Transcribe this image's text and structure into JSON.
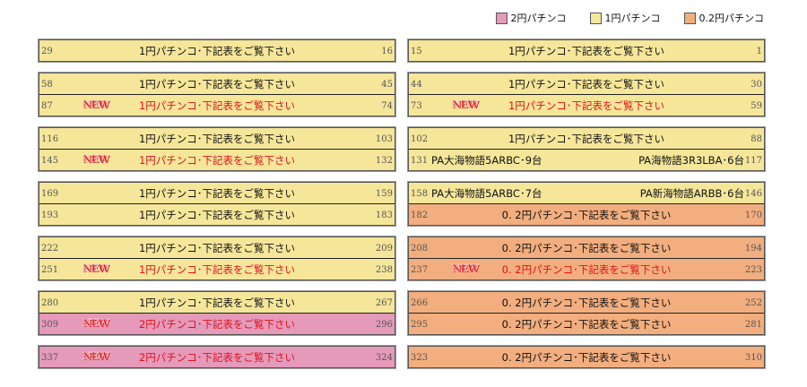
{
  "colors": {
    "2yen": "#e59aba",
    "1yen": "#f5e69a",
    "0.2yen": "#f2ae7e",
    "red_text": "#e0101a",
    "black_text": "#111111"
  },
  "legend": [
    {
      "label": "2円パチンコ",
      "type": "2yen"
    },
    {
      "label": "1円パチンコ",
      "type": "1yen"
    },
    {
      "label": "0.2円パチンコ",
      "type": "0.2yen"
    }
  ],
  "new_badge": "NEW",
  "columns": [
    {
      "groups": [
        [
          {
            "left": "29",
            "right": "16",
            "type": "1yen",
            "text": "1円パチンコ･下記表をご覧下さい"
          }
        ],
        [
          {
            "left": "58",
            "right": "45",
            "type": "1yen",
            "text": "1円パチンコ･下記表をご覧下さい"
          },
          {
            "left": "87",
            "right": "74",
            "type": "1yen",
            "new": true,
            "red": true,
            "text": "1円パチンコ･下記表をご覧下さい"
          }
        ],
        [
          {
            "left": "116",
            "right": "103",
            "type": "1yen",
            "text": "1円パチンコ･下記表をご覧下さい"
          },
          {
            "left": "145",
            "right": "132",
            "type": "1yen",
            "new": true,
            "red": true,
            "text": "1円パチンコ･下記表をご覧下さい"
          }
        ],
        [
          {
            "left": "169",
            "right": "159",
            "type": "1yen",
            "text": "1円パチンコ･下記表をご覧下さい"
          },
          {
            "left": "193",
            "right": "183",
            "type": "1yen",
            "text": "1円パチンコ･下記表をご覧下さい"
          }
        ],
        [
          {
            "left": "222",
            "right": "209",
            "type": "1yen",
            "text": "1円パチンコ･下記表をご覧下さい"
          },
          {
            "left": "251",
            "right": "238",
            "type": "1yen",
            "new": true,
            "red": true,
            "text": "1円パチンコ･下記表をご覧下さい"
          }
        ],
        [
          {
            "left": "280",
            "right": "267",
            "type": "1yen",
            "text": "1円パチンコ･下記表をご覧下さい"
          },
          {
            "left": "309",
            "right": "296",
            "type": "2yen",
            "new": true,
            "red": true,
            "text": "2円パチンコ･下記表をご覧下さい"
          }
        ],
        [
          {
            "left": "337",
            "right": "324",
            "type": "2yen",
            "new": true,
            "red": true,
            "text": "2円パチンコ･下記表をご覧下さい"
          }
        ]
      ]
    },
    {
      "groups": [
        [
          {
            "left": "15",
            "right": "1",
            "type": "1yen",
            "text": "1円パチンコ･下記表をご覧下さい"
          }
        ],
        [
          {
            "left": "44",
            "right": "30",
            "type": "1yen",
            "text": "1円パチンコ･下記表をご覧下さい"
          },
          {
            "left": "73",
            "right": "59",
            "type": "1yen",
            "new": true,
            "red": true,
            "text": "1円パチンコ･下記表をご覧下さい"
          }
        ],
        [
          {
            "left": "102",
            "right": "88",
            "type": "1yen",
            "text": "1円パチンコ･下記表をご覧下さい"
          },
          {
            "left": "131",
            "right": "117",
            "type": "1yen",
            "ltext": "PA大海物語5ARBC･9台",
            "rtext": "PA海物語3R3LBA･6台"
          }
        ],
        [
          {
            "left": "158",
            "right": "146",
            "type": "1yen",
            "ltext": "PA大海物語5ARBC･7台",
            "rtext": "PA新海物語ARBB･6台"
          },
          {
            "left": "182",
            "right": "170",
            "type": "0.2yen",
            "text": "0. 2円パチンコ･下記表をご覧下さい"
          }
        ],
        [
          {
            "left": "208",
            "right": "194",
            "type": "0.2yen",
            "text": "0. 2円パチンコ･下記表をご覧下さい"
          },
          {
            "left": "237",
            "right": "223",
            "type": "0.2yen",
            "new": true,
            "red": true,
            "text": "0. 2円パチンコ･下記表をご覧下さい"
          }
        ],
        [
          {
            "left": "266",
            "right": "252",
            "type": "0.2yen",
            "text": "0. 2円パチンコ･下記表をご覧下さい"
          },
          {
            "left": "295",
            "right": "281",
            "type": "0.2yen",
            "text": "0. 2円パチンコ･下記表をご覧下さい"
          }
        ],
        [
          {
            "left": "323",
            "right": "310",
            "type": "0.2yen",
            "text": "0. 2円パチンコ･下記表をご覧下さい"
          }
        ]
      ]
    }
  ]
}
